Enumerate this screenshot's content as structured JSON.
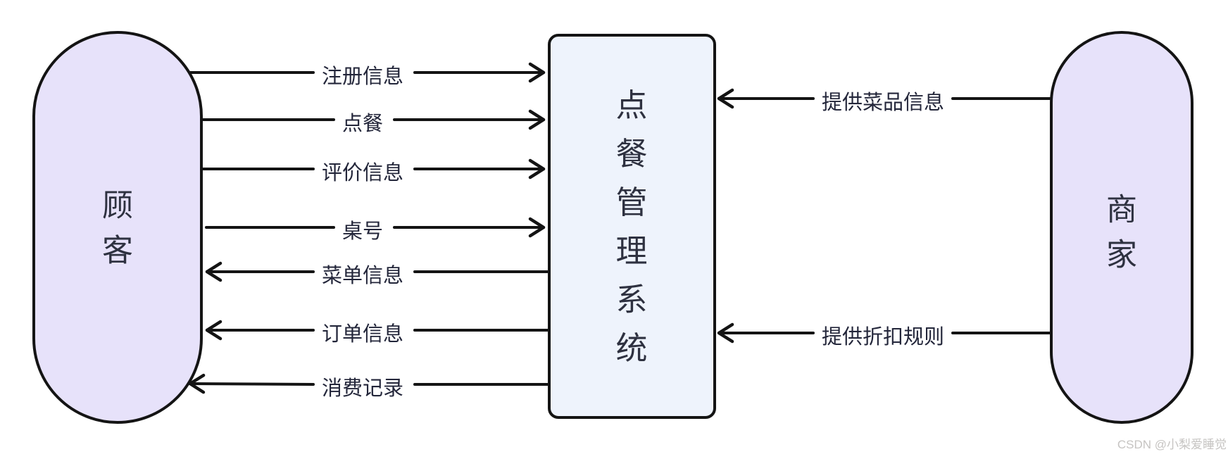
{
  "diagram": {
    "type": "data-flow-diagram"
  },
  "entities": {
    "customer": {
      "label": "顾客",
      "chars": [
        "顾",
        "客"
      ],
      "shape": "stadium"
    },
    "system": {
      "label": "点餐管理系统",
      "chars": [
        "点",
        "餐",
        "管",
        "理",
        "系",
        "统"
      ],
      "shape": "rounded-rectangle"
    },
    "merchant": {
      "label": "商家",
      "chars": [
        "商",
        "家"
      ],
      "shape": "stadium"
    }
  },
  "flows": {
    "register": {
      "label": "注册信息",
      "from": "顾客",
      "to": "点餐管理系统"
    },
    "order": {
      "label": "点餐",
      "from": "顾客",
      "to": "点餐管理系统"
    },
    "review": {
      "label": "评价信息",
      "from": "顾客",
      "to": "点餐管理系统"
    },
    "table_number": {
      "label": "桌号",
      "from": "顾客",
      "to": "点餐管理系统"
    },
    "menu_info": {
      "label": "菜单信息",
      "from": "点餐管理系统",
      "to": "顾客"
    },
    "order_info": {
      "label": "订单信息",
      "from": "点餐管理系统",
      "to": "顾客"
    },
    "consumption_record": {
      "label": "消费记录",
      "from": "点餐管理系统",
      "to": "顾客"
    },
    "provide_dish_info": {
      "label": "提供菜品信息",
      "from": "商家",
      "to": "点餐管理系统"
    },
    "provide_discount_rules": {
      "label": "提供折扣规则",
      "from": "商家",
      "to": "点餐管理系统"
    }
  },
  "watermark": {
    "text": "CSDN @小梨爱睡觉"
  },
  "colors": {
    "entity_fill": "#e7e2fa",
    "process_fill": "#eef3fc",
    "stroke": "#141414",
    "label_text": "#23263a",
    "watermark_text": "#c6c4c2"
  }
}
